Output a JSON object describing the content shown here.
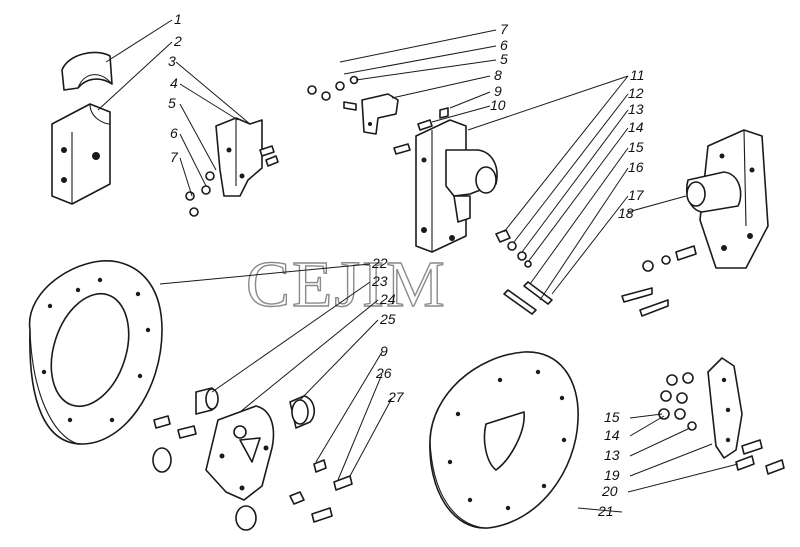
{
  "watermark": "CEJIM",
  "labels": {
    "l1": "1",
    "l2": "2",
    "l3": "3",
    "l4": "4",
    "l5a": "5",
    "l6a": "6",
    "l7a": "7",
    "l7b": "7",
    "l6b": "6",
    "l5b": "5",
    "l8": "8",
    "l9a": "9",
    "l10": "10",
    "l11": "11",
    "l12": "12",
    "l13a": "13",
    "l14a": "14",
    "l15a": "15",
    "l16": "16",
    "l17": "17",
    "l18": "18",
    "l22": "22",
    "l23": "23",
    "l24": "24",
    "l25": "25",
    "l9b": "9",
    "l26": "26",
    "l27": "27",
    "l15b": "15",
    "l14b": "14",
    "l13b": "13",
    "l19": "19",
    "l20": "20",
    "l21": "21"
  }
}
